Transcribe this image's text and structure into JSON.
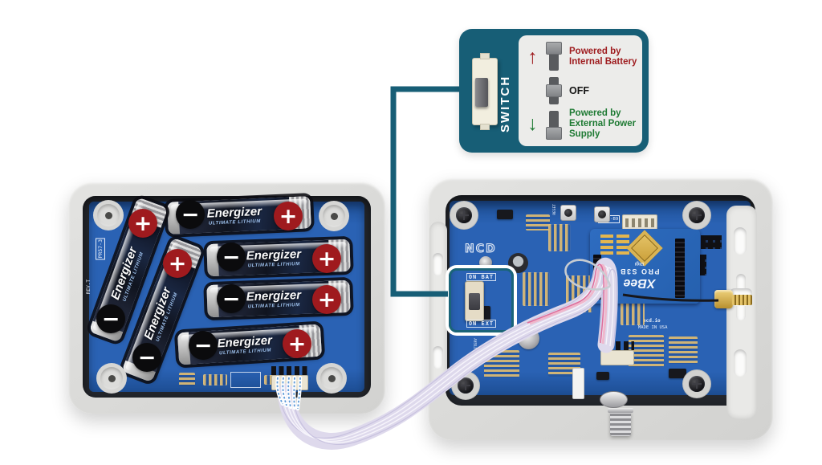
{
  "colors": {
    "accent_teal": "#175E76",
    "state_red": "#9E1B1E",
    "state_green": "#1E7A33",
    "pcb_blue": "#2A62B4",
    "marker_positive_red": "#9F1A1E",
    "marker_negative_black": "#0B0B0D"
  },
  "callout": {
    "title": "SWITCH",
    "states": [
      {
        "arrow": "↑",
        "position": "up",
        "lines": [
          "Powered by",
          "Internal Battery"
        ]
      },
      {
        "arrow": "",
        "position": "middle",
        "lines": [
          "OFF"
        ]
      },
      {
        "arrow": "↓",
        "position": "down",
        "lines": [
          "Powered by",
          "External Power",
          "Supply"
        ]
      }
    ]
  },
  "battery_box": {
    "board_label": "PR57-3",
    "board_rev": "REV.T",
    "battery_brand": "Energizer",
    "battery_series": "ULTIMATE LITHIUM",
    "plus": "+",
    "minus": "−"
  },
  "controller_box": {
    "logo": "NCD",
    "switch_labels": {
      "top": "ON BAT",
      "bottom": "ON EXT"
    },
    "board_label": "PR55-B9",
    "reset_label": "RESET",
    "battery_silk": "BATTERY",
    "module": {
      "brand": "XBee",
      "model": "PRO S3B",
      "vendor": "Digi"
    },
    "site": "ncd.io",
    "origin": "MADE IN USA"
  }
}
